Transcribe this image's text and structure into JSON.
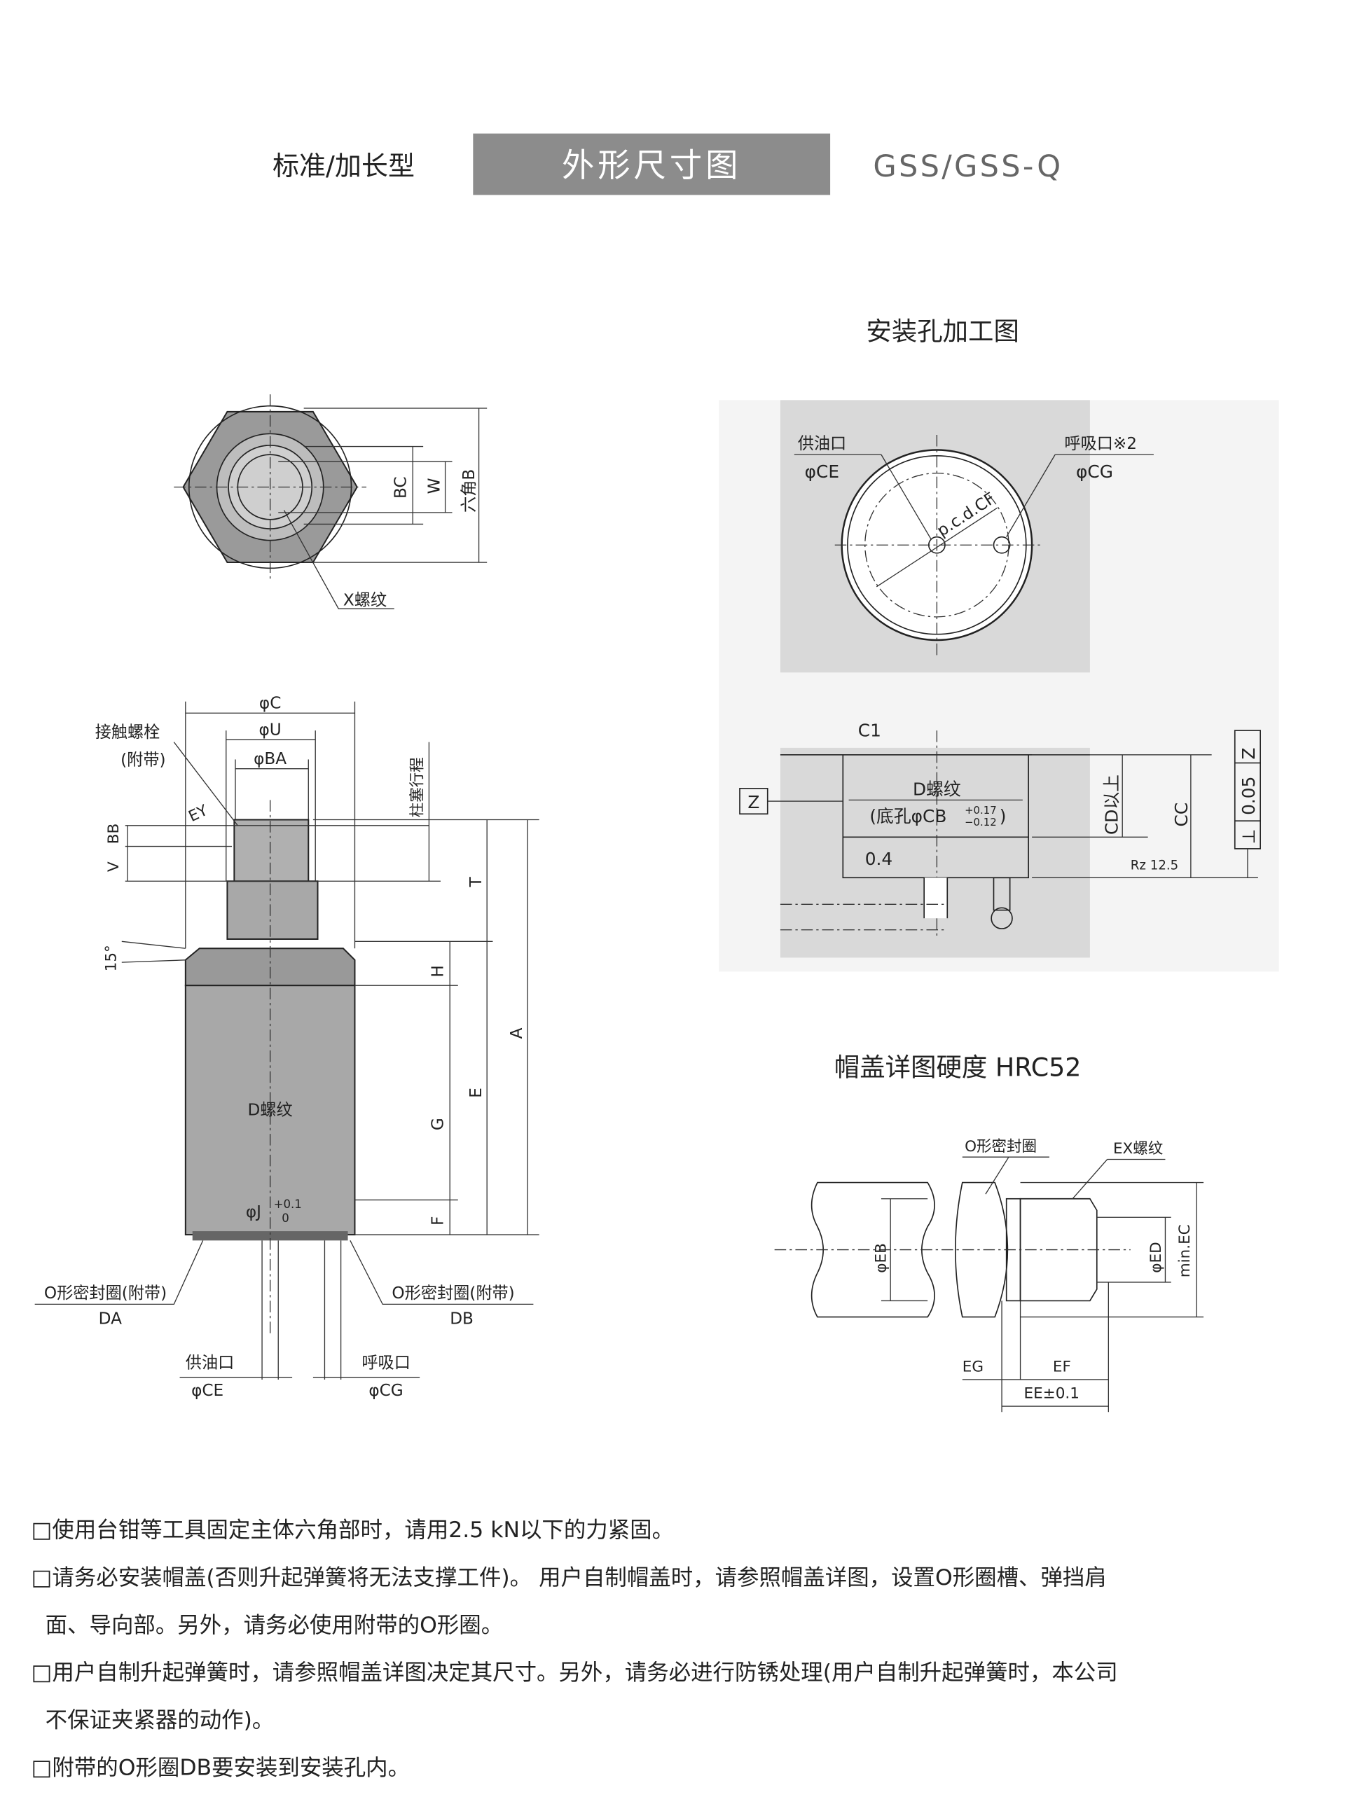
{
  "header": {
    "left": "标准/加长型",
    "center": "外形尺寸图",
    "right": "GSS/GSS-Q"
  },
  "sections": {
    "install_hole": "安装孔加工图",
    "cap_detail": "帽盖详图硬度 HRC52"
  },
  "top_view": {
    "bc": "BC",
    "w": "W",
    "hex_b": "六角B",
    "x_thread": "X螺纹"
  },
  "side_view": {
    "phi_c": "φC",
    "phi_u": "φU",
    "phi_ba": "φBA",
    "contact_bolt": "接触螺栓",
    "accessory": "(附带)",
    "ey": "EY",
    "bb": "BB",
    "v": "V",
    "angle": "15°",
    "stroke": "柱塞行程",
    "t": "T",
    "h": "H",
    "a": "A",
    "e": "E",
    "g": "G",
    "f": "F",
    "d_thread": "D螺纹",
    "phi_j": "φJ",
    "j_tol_upper": "+0.1",
    "j_tol_lower": "0",
    "oring_da": "O形密封圈(附带)",
    "da": "DA",
    "oring_db": "O形密封圈(附带)",
    "db": "DB",
    "supply_port": "供油口",
    "phi_ce": "φCE",
    "breath_port": "呼吸口",
    "phi_cg": "φCG"
  },
  "install_view": {
    "supply_port": "供油口",
    "phi_ce": "φCE",
    "breath_port": "呼吸口※2",
    "phi_cg": "φCG",
    "pcd": "p.c.d.CF",
    "c1": "C1",
    "z": "Z",
    "d_thread": "D螺纹",
    "pilot_hole": "(底孔φCB",
    "cb_tol_upper": "+0.17",
    "cb_tol_lower": "−0.12",
    "close_paren": ")",
    "chamfer": "0.4",
    "cd": "CD以上",
    "cc": "CC",
    "roughness": "Rz 12.5",
    "perp_symbol": "⊥",
    "perp_value": "0.05",
    "perp_datum": "Z"
  },
  "cap_view": {
    "oring": "O形密封圈",
    "ex_thread": "EX螺纹",
    "phi_eb": "φEB",
    "phi_ed": "φED",
    "min_ec": "min.EC",
    "eg": "EG",
    "ef": "EF",
    "ee": "EE±0.1"
  },
  "notes": [
    "□使用台钳等工具固定主体六角部时，请用2.5 kN以下的力紧固。",
    "□请务必安装帽盖(否则升起弹簧将无法支撑工件)。 用户自制帽盖时，请参照帽盖详图，设置O形圈槽、弹挡肩",
    "  面、导向部。另外，请务必使用附带的O形圈。",
    "□用户自制升起弹簧时，请参照帽盖详图决定其尺寸。另外，请务必进行防锈处理(用户自制升起弹簧时，本公司",
    "  不保证夹紧器的动作)。",
    "□附带的O形圈DB要安装到安装孔内。"
  ]
}
